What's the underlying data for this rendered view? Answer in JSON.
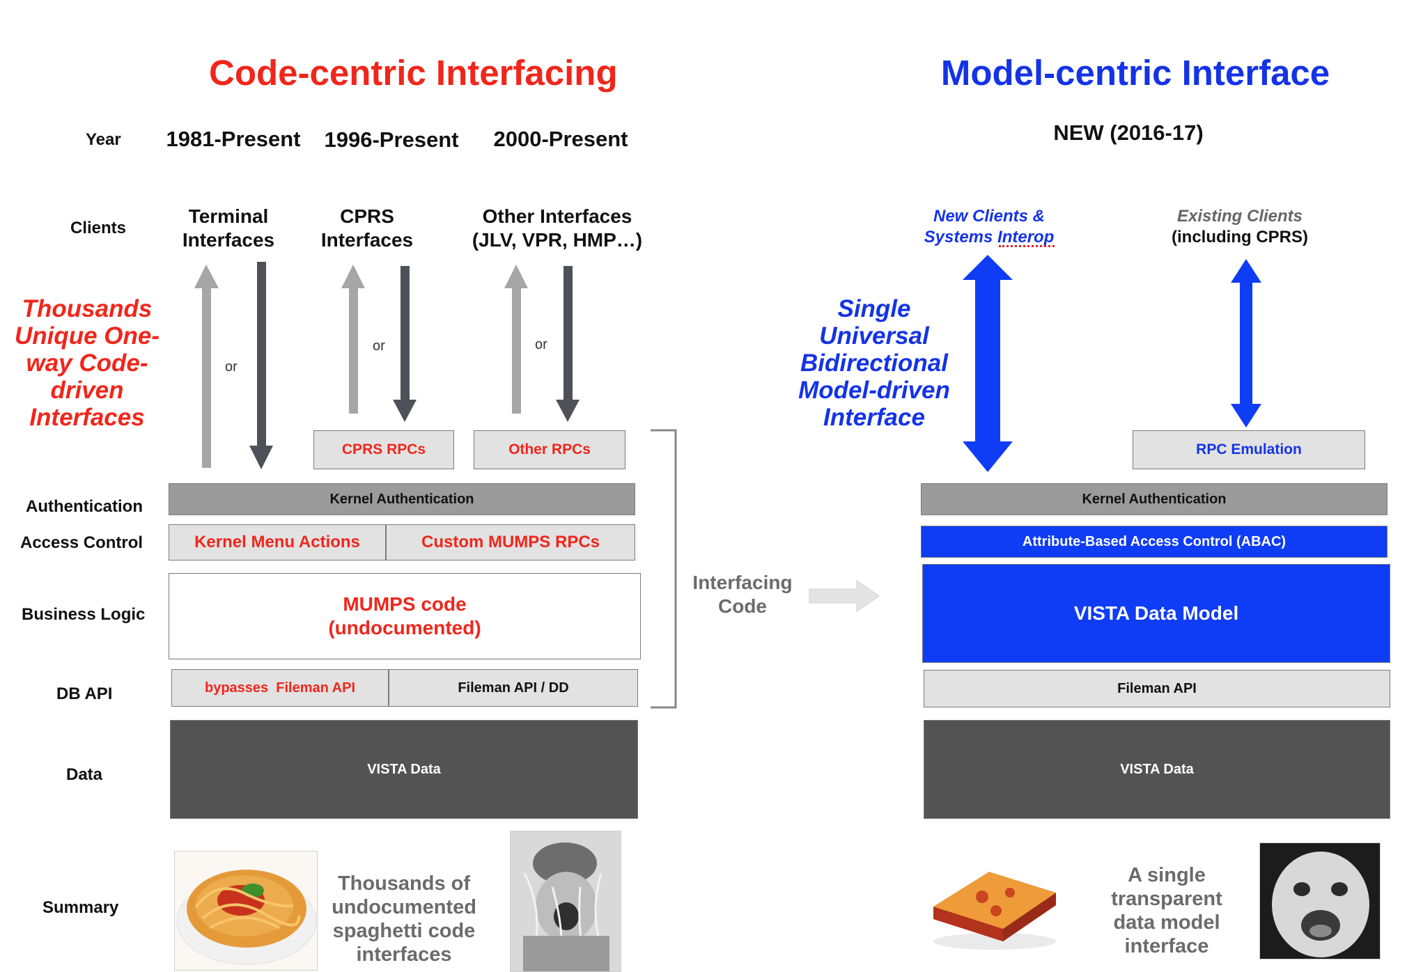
{
  "left_title": "Code-centric Interfacing",
  "right_title": "Model-centric Interface",
  "row_labels": {
    "year": "Year",
    "clients": "Clients",
    "authentication": "Authentication",
    "access_control": "Access Control",
    "business_logic": "Business Logic",
    "db_api": "DB API",
    "data": "Data",
    "summary": "Summary"
  },
  "years": [
    "1981-Present",
    "1996-Present",
    "2000-Present"
  ],
  "right_year": "NEW (2016-17)",
  "clients": {
    "terminal": "Terminal Interfaces",
    "cprs": "CPRS Interfaces",
    "other": "Other Interfaces (JLV, VPR, HMP…)",
    "new_clients": "New Clients & Systems Interop",
    "existing_clients": "Existing Clients",
    "existing_clients_sub": "(including CPRS)"
  },
  "left_callout": "Thousands Unique One-way Code-driven Interfaces",
  "right_callout": "Single Universal Bidirectional Model-driven Interface",
  "or_label": "or",
  "left_stack": {
    "cprs_rpcs": "CPRS RPCs",
    "other_rpcs": "Other RPCs",
    "kernel_auth": "Kernel Authentication",
    "kernel_menu": "Kernel Menu Actions",
    "custom_mumps": "Custom MUMPS RPCs",
    "mumps_code": "MUMPS code",
    "mumps_undoc": "(undocumented)",
    "bypass_fileman": "bypasses  Fileman API",
    "fileman_dd": "Fileman API / DD",
    "vista_data": "VISTA Data"
  },
  "interfacing_code_label": "Interfacing Code",
  "right_stack": {
    "rpc_emulation": "RPC Emulation",
    "kernel_auth": "Kernel Authentication",
    "abac": "Attribute-Based Access Control (ABAC)",
    "data_model": "VISTA Data Model",
    "fileman_api": "Fileman API",
    "vista_data": "VISTA Data"
  },
  "left_summary": "Thousands of undocumented spaghetti code interfaces",
  "right_summary": "A single transparent data model interface",
  "colors": {
    "red": "#f0261b",
    "blue": "#1433e6",
    "kernel_grey": "#9b9b9b",
    "light_grey": "#e2e2e2",
    "dark_grey": "#535353",
    "arrow_light": "#a6a6a6",
    "arrow_dark": "#4e5157"
  }
}
